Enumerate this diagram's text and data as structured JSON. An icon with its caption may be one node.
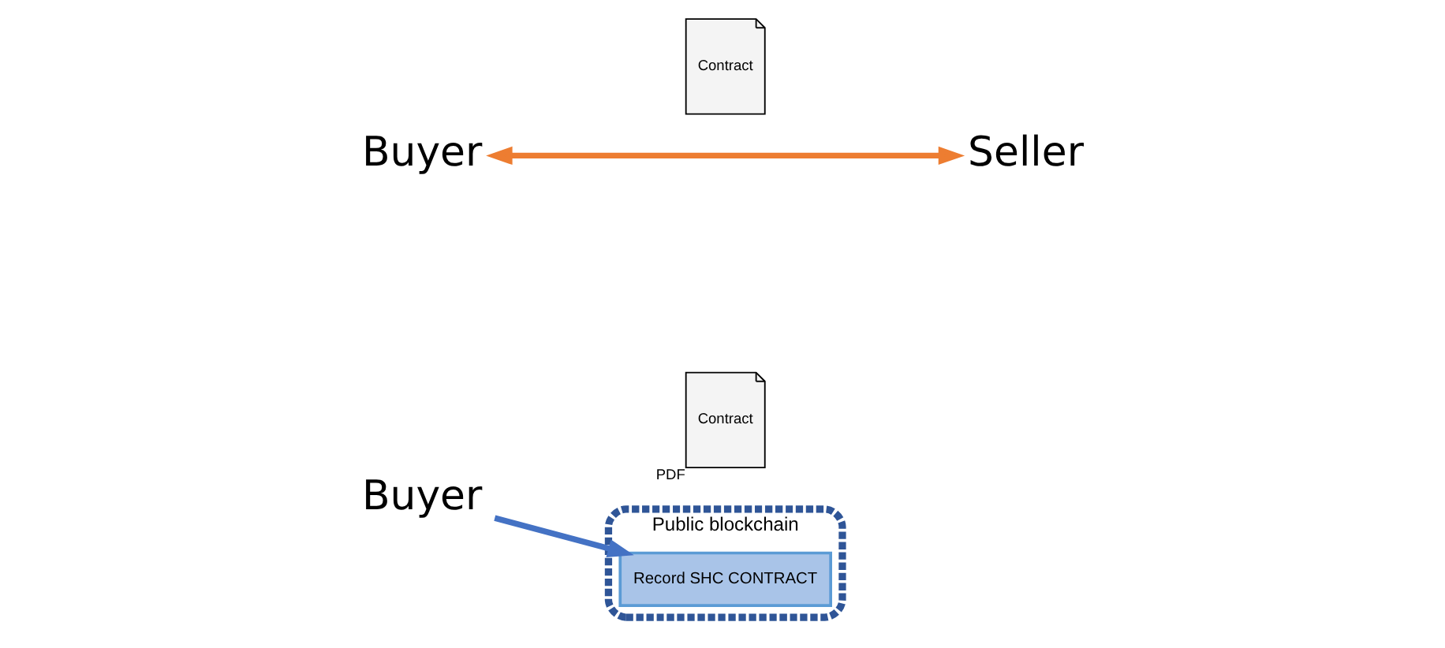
{
  "diagram": {
    "nodes": [
      {
        "text": [
          "Buyer"
        ]
      },
      {
        "text": [
          "Contract"
        ]
      },
      {
        "text": [
          "Seller"
        ]
      },
      {
        "text": [
          "Buyer"
        ]
      },
      {
        "text": [
          "Contract"
        ],
        "beside": [
          "PDF"
        ]
      },
      {
        "text": [
          "Public blockchain"
        ]
      },
      {
        "text": [
          "Record SHC CONTRACT"
        ],
        "in": 5
      }
    ],
    "edges": [
      {
        "from": 0,
        "to": 2,
        "arrow": "both",
        "color": "#ed7d31"
      },
      {
        "from": 3,
        "to": 6,
        "arrow": "to",
        "color": "#4472c4"
      }
    ]
  }
}
